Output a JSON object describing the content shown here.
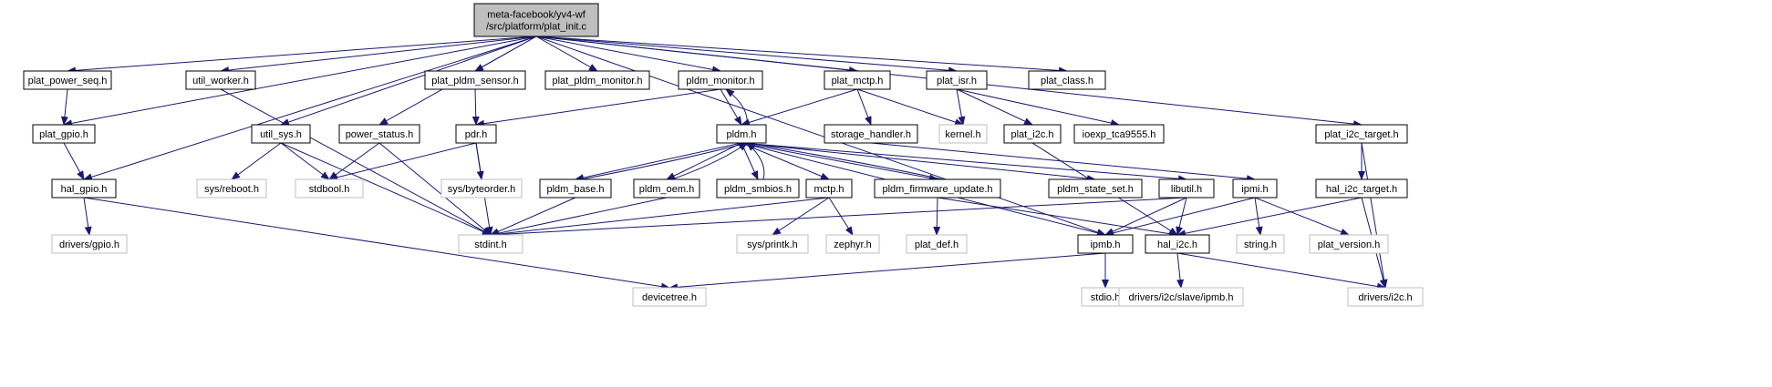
{
  "colors": {
    "edge": "#191970",
    "root_fill": "#bfbfbf",
    "node_fill": "#ffffff",
    "node_border": "#000000",
    "missing_border": "#bfbfbf",
    "missing_text": "#808080"
  },
  "graph": {
    "nodes": [
      {
        "id": "root",
        "lines": [
          "meta-facebook/yv4-wf",
          "/src/platform/plat_init.c"
        ],
        "kind": "root"
      },
      {
        "id": "plat_power_seq",
        "lines": [
          "plat_power_seq.h"
        ],
        "kind": "documented"
      },
      {
        "id": "util_worker",
        "lines": [
          "util_worker.h"
        ],
        "kind": "documented"
      },
      {
        "id": "plat_pldm_sensor",
        "lines": [
          "plat_pldm_sensor.h"
        ],
        "kind": "documented"
      },
      {
        "id": "plat_pldm_monitor",
        "lines": [
          "plat_pldm_monitor.h"
        ],
        "kind": "documented"
      },
      {
        "id": "pldm_monitor",
        "lines": [
          "pldm_monitor.h"
        ],
        "kind": "documented"
      },
      {
        "id": "plat_mctp",
        "lines": [
          "plat_mctp.h"
        ],
        "kind": "documented"
      },
      {
        "id": "plat_isr",
        "lines": [
          "plat_isr.h"
        ],
        "kind": "documented"
      },
      {
        "id": "plat_class",
        "lines": [
          "plat_class.h"
        ],
        "kind": "documented"
      },
      {
        "id": "plat_gpio",
        "lines": [
          "plat_gpio.h"
        ],
        "kind": "documented"
      },
      {
        "id": "util_sys",
        "lines": [
          "util_sys.h"
        ],
        "kind": "documented"
      },
      {
        "id": "power_status",
        "lines": [
          "power_status.h"
        ],
        "kind": "documented"
      },
      {
        "id": "pdr",
        "lines": [
          "pdr.h"
        ],
        "kind": "documented"
      },
      {
        "id": "pldm",
        "lines": [
          "pldm.h"
        ],
        "kind": "documented"
      },
      {
        "id": "storage_handler",
        "lines": [
          "storage_handler.h"
        ],
        "kind": "documented"
      },
      {
        "id": "kernel",
        "lines": [
          "kernel.h"
        ],
        "kind": "missing"
      },
      {
        "id": "plat_i2c",
        "lines": [
          "plat_i2c.h"
        ],
        "kind": "documented"
      },
      {
        "id": "ioexp_tca9555",
        "lines": [
          "ioexp_tca9555.h"
        ],
        "kind": "documented"
      },
      {
        "id": "plat_i2c_target",
        "lines": [
          "plat_i2c_target.h"
        ],
        "kind": "documented"
      },
      {
        "id": "hal_gpio",
        "lines": [
          "hal_gpio.h"
        ],
        "kind": "documented"
      },
      {
        "id": "sys_reboot",
        "lines": [
          "sys/reboot.h"
        ],
        "kind": "missing"
      },
      {
        "id": "stdbool",
        "lines": [
          "stdbool.h"
        ],
        "kind": "missing"
      },
      {
        "id": "sys_byteorder",
        "lines": [
          "sys/byteorder.h"
        ],
        "kind": "missing"
      },
      {
        "id": "pldm_base",
        "lines": [
          "pldm_base.h"
        ],
        "kind": "documented"
      },
      {
        "id": "pldm_oem",
        "lines": [
          "pldm_oem.h"
        ],
        "kind": "documented"
      },
      {
        "id": "pldm_smbios",
        "lines": [
          "pldm_smbios.h"
        ],
        "kind": "documented"
      },
      {
        "id": "mctp",
        "lines": [
          "mctp.h"
        ],
        "kind": "documented"
      },
      {
        "id": "pldm_firmware_update",
        "lines": [
          "pldm_firmware_update.h"
        ],
        "kind": "documented"
      },
      {
        "id": "pldm_state_set",
        "lines": [
          "pldm_state_set.h"
        ],
        "kind": "documented"
      },
      {
        "id": "libutil",
        "lines": [
          "libutil.h"
        ],
        "kind": "documented"
      },
      {
        "id": "ipmi",
        "lines": [
          "ipmi.h"
        ],
        "kind": "documented"
      },
      {
        "id": "hal_i2c_target",
        "lines": [
          "hal_i2c_target.h"
        ],
        "kind": "documented"
      },
      {
        "id": "drivers_gpio",
        "lines": [
          "drivers/gpio.h"
        ],
        "kind": "missing"
      },
      {
        "id": "stdint",
        "lines": [
          "stdint.h"
        ],
        "kind": "missing"
      },
      {
        "id": "sys_printk",
        "lines": [
          "sys/printk.h"
        ],
        "kind": "missing"
      },
      {
        "id": "zephyr",
        "lines": [
          "zephyr.h"
        ],
        "kind": "missing"
      },
      {
        "id": "plat_def",
        "lines": [
          "plat_def.h"
        ],
        "kind": "missing"
      },
      {
        "id": "ipmb",
        "lines": [
          "ipmb.h"
        ],
        "kind": "documented"
      },
      {
        "id": "hal_i2c",
        "lines": [
          "hal_i2c.h"
        ],
        "kind": "documented"
      },
      {
        "id": "string",
        "lines": [
          "string.h"
        ],
        "kind": "missing"
      },
      {
        "id": "plat_version",
        "lines": [
          "plat_version.h"
        ],
        "kind": "missing"
      },
      {
        "id": "devicetree",
        "lines": [
          "devicetree.h"
        ],
        "kind": "missing"
      },
      {
        "id": "stdio",
        "lines": [
          "stdio.h"
        ],
        "kind": "missing"
      },
      {
        "id": "drivers_i2c_slave_ipmb",
        "lines": [
          "drivers/i2c/slave/ipmb.h"
        ],
        "kind": "missing"
      },
      {
        "id": "drivers_i2c",
        "lines": [
          "drivers/i2c.h"
        ],
        "kind": "missing"
      }
    ],
    "edges": [
      [
        "root",
        "plat_power_seq"
      ],
      [
        "root",
        "util_worker"
      ],
      [
        "root",
        "plat_pldm_sensor"
      ],
      [
        "root",
        "plat_pldm_monitor"
      ],
      [
        "root",
        "pldm_monitor"
      ],
      [
        "root",
        "plat_mctp"
      ],
      [
        "root",
        "plat_isr"
      ],
      [
        "root",
        "plat_class"
      ],
      [
        "root",
        "plat_gpio"
      ],
      [
        "root",
        "hal_gpio"
      ],
      [
        "root",
        "util_sys"
      ],
      [
        "root",
        "power_status"
      ],
      [
        "root",
        "plat_i2c_target"
      ],
      [
        "root",
        "ipmb"
      ],
      [
        "plat_power_seq",
        "plat_gpio"
      ],
      [
        "plat_gpio",
        "hal_gpio"
      ],
      [
        "hal_gpio",
        "drivers_gpio"
      ],
      [
        "hal_gpio",
        "devicetree"
      ],
      [
        "util_worker",
        "stdint"
      ],
      [
        "plat_pldm_sensor",
        "pdr"
      ],
      [
        "pldm_monitor",
        "pdr"
      ],
      [
        "pldm_monitor",
        "pldm"
      ],
      [
        "plat_mctp",
        "pldm"
      ],
      [
        "plat_mctp",
        "storage_handler"
      ],
      [
        "plat_mctp",
        "kernel"
      ],
      [
        "plat_isr",
        "kernel"
      ],
      [
        "plat_isr",
        "plat_i2c"
      ],
      [
        "plat_isr",
        "ioexp_tca9555"
      ],
      [
        "plat_i2c_target",
        "hal_i2c_target"
      ],
      [
        "plat_i2c_target",
        "drivers_i2c"
      ],
      [
        "util_sys",
        "sys_reboot"
      ],
      [
        "util_sys",
        "stdbool"
      ],
      [
        "util_sys",
        "stdint"
      ],
      [
        "power_status",
        "stdbool"
      ],
      [
        "power_status",
        "stdint"
      ],
      [
        "pdr",
        "stdbool"
      ],
      [
        "pdr",
        "sys_byteorder"
      ],
      [
        "pdr",
        "stdint"
      ],
      [
        "pldm",
        "pldm_monitor"
      ],
      [
        "pldm",
        "pldm_base"
      ],
      [
        "pldm",
        "pldm_oem"
      ],
      [
        "pldm",
        "pldm_smbios"
      ],
      [
        "pldm",
        "mctp"
      ],
      [
        "pldm",
        "pldm_firmware_update"
      ],
      [
        "pldm",
        "pldm_state_set"
      ],
      [
        "pldm",
        "libutil"
      ],
      [
        "pldm",
        "ipmb"
      ],
      [
        "pldm_base",
        "pldm"
      ],
      [
        "pldm_base",
        "stdint"
      ],
      [
        "pldm_oem",
        "pldm"
      ],
      [
        "pldm_oem",
        "stdint"
      ],
      [
        "pldm_smbios",
        "pldm"
      ],
      [
        "pldm_firmware_update",
        "pldm"
      ],
      [
        "pldm_firmware_update",
        "plat_def"
      ],
      [
        "pldm_firmware_update",
        "hal_i2c"
      ],
      [
        "mctp",
        "stdint"
      ],
      [
        "mctp",
        "sys_printk"
      ],
      [
        "mctp",
        "zephyr"
      ],
      [
        "storage_handler",
        "ipmi"
      ],
      [
        "plat_i2c",
        "hal_i2c"
      ],
      [
        "libutil",
        "stdint"
      ],
      [
        "libutil",
        "ipmb"
      ],
      [
        "libutil",
        "hal_i2c"
      ],
      [
        "ipmi",
        "ipmb"
      ],
      [
        "ipmi",
        "string"
      ],
      [
        "ipmi",
        "plat_version"
      ],
      [
        "hal_i2c_target",
        "hal_i2c"
      ],
      [
        "hal_i2c_target",
        "drivers_i2c"
      ],
      [
        "ipmb",
        "devicetree"
      ],
      [
        "ipmb",
        "stdio"
      ],
      [
        "hal_i2c",
        "drivers_i2c_slave_ipmb"
      ],
      [
        "hal_i2c",
        "drivers_i2c"
      ]
    ]
  }
}
